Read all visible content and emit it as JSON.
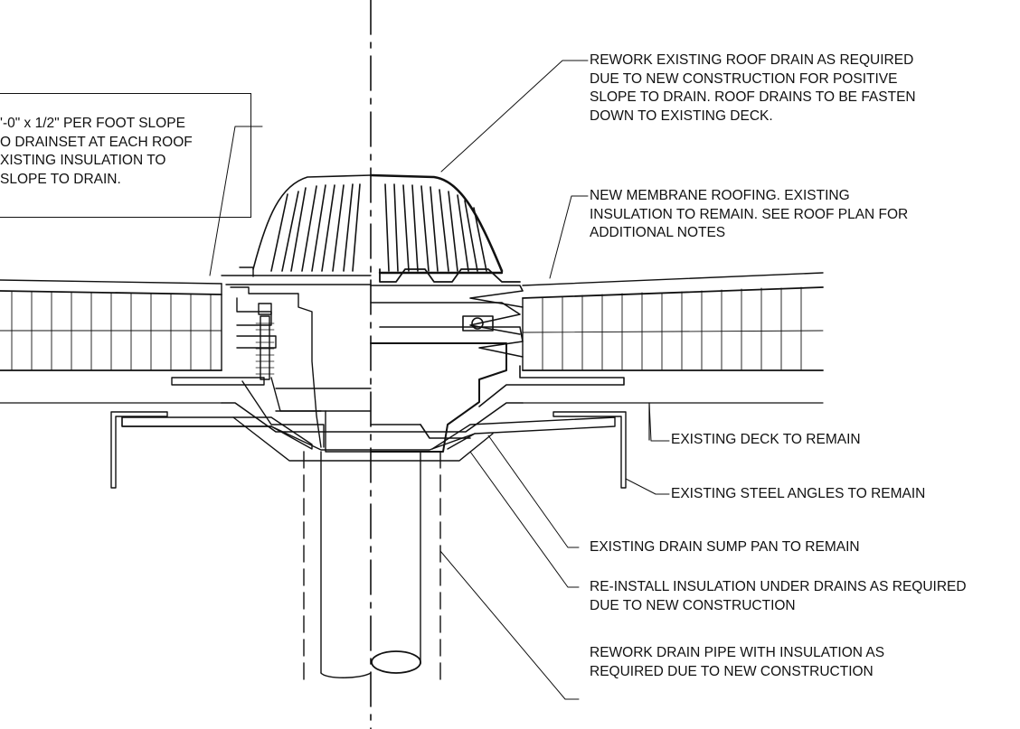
{
  "notes": {
    "slope_box": {
      "lines": [
        "'-0\" x 1/2\" PER FOOT SLOPE",
        "O DRAINSET AT EACH ROOF",
        "XISTING INSULATION TO",
        "SLOPE TO DRAIN."
      ]
    },
    "rework_drain": {
      "lines": [
        "REWORK EXISTING ROOF DRAIN AS REQUIRED",
        "DUE TO NEW CONSTRUCTION FOR POSITIVE",
        "SLOPE TO DRAIN. ROOF DRAINS TO BE FASTEN",
        "DOWN TO EXISTING DECK."
      ]
    },
    "membrane": {
      "lines": [
        "NEW MEMBRANE ROOFING. EXISTING",
        "INSULATION TO REMAIN. SEE ROOF PLAN FOR",
        "ADDITIONAL NOTES"
      ]
    },
    "deck": {
      "lines": [
        "EXISTING DECK TO REMAIN"
      ]
    },
    "angles": {
      "lines": [
        "EXISTING STEEL ANGLES TO REMAIN"
      ]
    },
    "sump": {
      "lines": [
        "EXISTING DRAIN SUMP PAN TO REMAIN"
      ]
    },
    "reinstall": {
      "lines": [
        "RE-INSTALL INSULATION UNDER DRAINS AS REQUIRED",
        "DUE TO NEW CONSTRUCTION"
      ]
    },
    "pipe": {
      "lines": [
        "REWORK DRAIN PIPE WITH INSULATION AS",
        "REQUIRED DUE TO NEW CONSTRUCTION"
      ]
    }
  },
  "colors": {
    "ink": "#111111",
    "paper": "#ffffff"
  }
}
